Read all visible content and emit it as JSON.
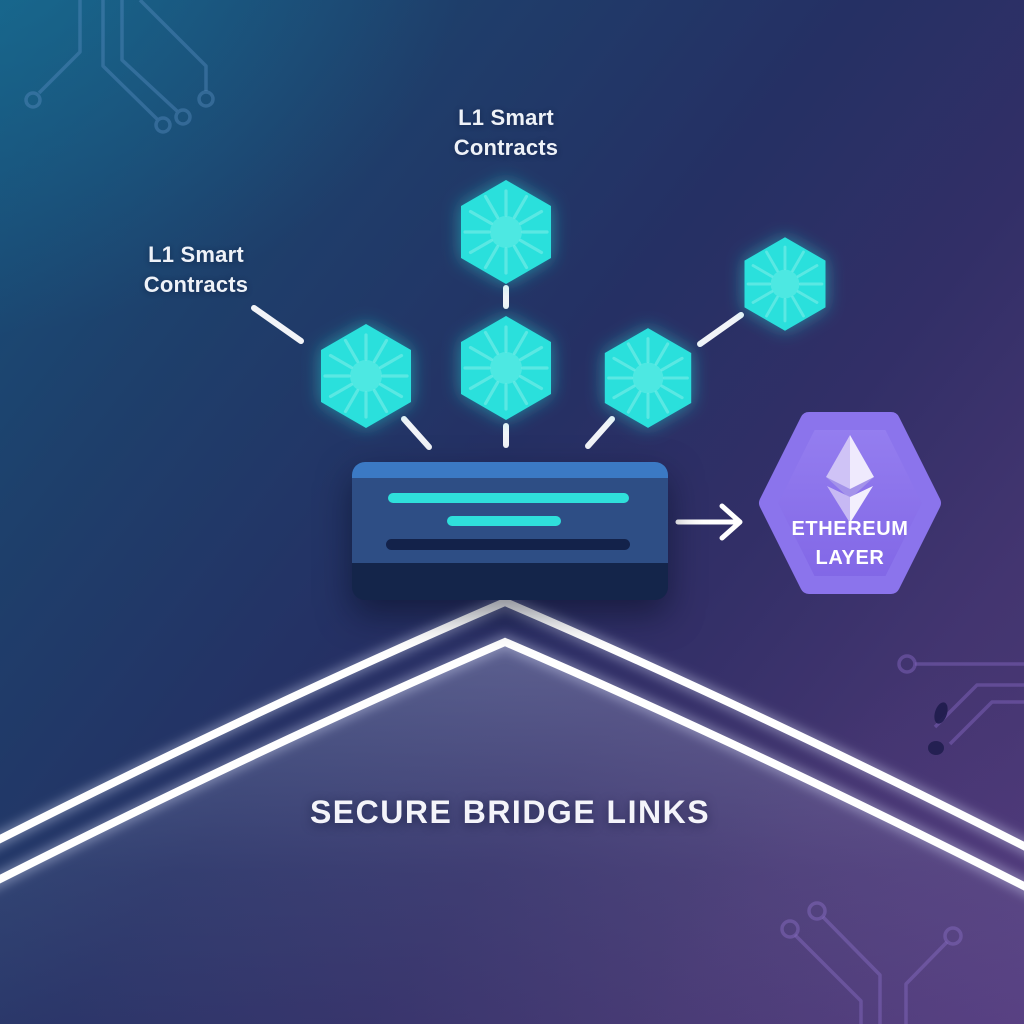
{
  "scene_caption": "SECURE BRIDGE LINKS",
  "labels": {
    "top_nodes": "L1 Smart Contracts",
    "left_nodes": "L1 Smart Contracts",
    "ethereum_line1": "ETHEREUM",
    "ethereum_line2": "LAYER"
  },
  "diagram": {
    "l1_hexagon_node_count": 5,
    "bridge_device": "relay box with two cyan status lines and one dark line",
    "flow": "L1 smart-contract hexagon nodes connect into bridge relay box, which points via arrow to the Ethereum Layer hexagon; a glowing double-line bridge arch spans the lower scene"
  },
  "colors": {
    "l1_node_cyan": "#2BE0DC",
    "ethereum_purple": "#8B74EC",
    "box_top_blue": "#3B79C4",
    "box_body_blue": "#2E4E85",
    "box_dark_navy": "#14254A",
    "bar_cyan": "#2FE0DB",
    "bar_dark": "#13224A",
    "arc_white": "#FFFFFF",
    "background_blue": "#17527B",
    "background_navy": "#253064",
    "background_purple": "#4D3A76",
    "circuit_blue": "#5B8FC2",
    "circuit_purple": "#7A5FB5"
  }
}
